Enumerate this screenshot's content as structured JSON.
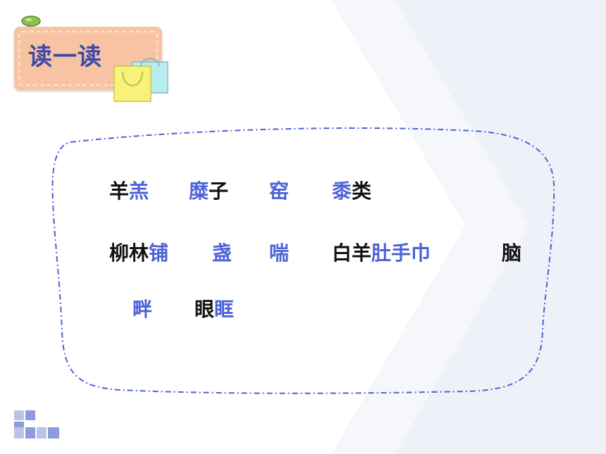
{
  "title": "读一读",
  "words": [
    {
      "parts": [
        {
          "t": "羊",
          "hl": false
        },
        {
          "t": "羔",
          "hl": true
        }
      ]
    },
    {
      "parts": [
        {
          "t": "糜",
          "hl": true
        },
        {
          "t": "子",
          "hl": false
        }
      ]
    },
    {
      "parts": [
        {
          "t": "窑",
          "hl": true
        }
      ]
    },
    {
      "parts": [
        {
          "t": "黍",
          "hl": true
        },
        {
          "t": "类",
          "hl": false
        }
      ]
    },
    {
      "parts": [
        {
          "t": "柳林",
          "hl": false
        },
        {
          "t": "铺",
          "hl": true
        }
      ]
    },
    {
      "parts": [
        {
          "t": "盏",
          "hl": true
        }
      ]
    },
    {
      "parts": [
        {
          "t": "喘",
          "hl": true
        }
      ]
    },
    {
      "parts": [
        {
          "t": "白羊",
          "hl": false
        },
        {
          "t": "肚手巾",
          "hl": true
        }
      ]
    },
    {
      "parts": [
        {
          "t": "脑",
          "hl": false
        }
      ]
    },
    {
      "parts": [
        {
          "t": "畔",
          "hl": true
        }
      ]
    },
    {
      "parts": [
        {
          "t": "眼",
          "hl": false
        },
        {
          "t": "眶",
          "hl": true
        }
      ]
    }
  ],
  "colors": {
    "highlight": "#4d62d6",
    "text": "#111111",
    "title": "#3c49a8",
    "card": "#f8c3a2",
    "border": "#4d62d6"
  }
}
